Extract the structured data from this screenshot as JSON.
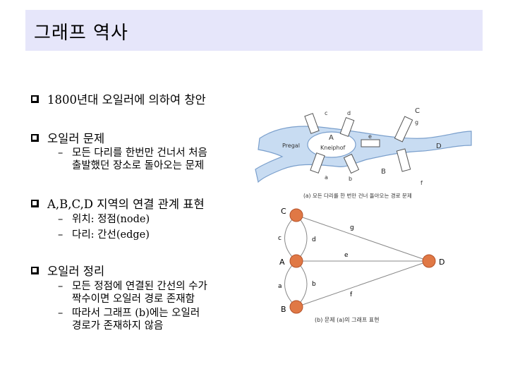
{
  "title": "그래프 역사",
  "bullets": [
    {
      "text": "1800년대 오일러에 의하여 창안"
    },
    {
      "text": "오일러 문제",
      "subs": [
        {
          "lines": [
            "모든 다리를 한번만 건너서 처음",
            "출발했던 장소로 돌아오는 문제"
          ]
        }
      ]
    },
    {
      "text": "A,B,C,D 지역의 연결 관계 표현",
      "subs": [
        {
          "lines": [
            "위치: 정점(node)"
          ]
        },
        {
          "lines": [
            "다리: 간선(edge)"
          ]
        }
      ]
    },
    {
      "text": "오일러 정리",
      "subs": [
        {
          "lines": [
            "모든 정점에 연결된 간선의 수가",
            "짝수이면 오일러 경로 존재함"
          ]
        },
        {
          "lines": [
            "따라서 그래프 (b)에는 오일러",
            "경로가 존재하지 않음"
          ]
        }
      ]
    }
  ],
  "map_figure": {
    "caption": "(a) 모든 다리를 한 번만 건너 돌아오는 경로 문제",
    "region_labels": [
      "A",
      "B",
      "C",
      "D"
    ],
    "place_labels": [
      "Pregal",
      "Kneiphof"
    ],
    "bridge_labels": [
      "a",
      "b",
      "c",
      "d",
      "e",
      "f",
      "g"
    ]
  },
  "graph_figure": {
    "caption": "(b) 문제 (a)의 그래프 표현",
    "nodes": [
      "C",
      "A",
      "B",
      "D"
    ],
    "edge_labels": [
      "c",
      "d",
      "g",
      "e",
      "a",
      "b",
      "f"
    ],
    "node_color": "#e07845"
  }
}
